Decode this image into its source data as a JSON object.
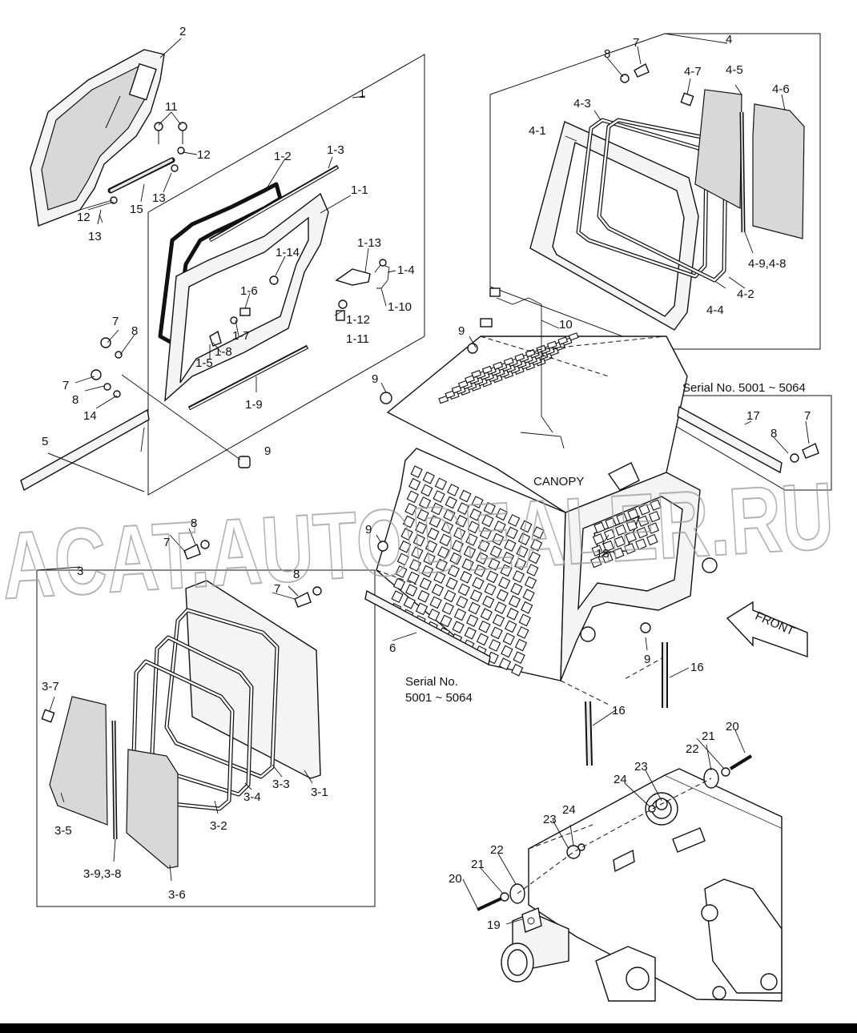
{
  "diagram": {
    "part_numbers": [
      "1",
      "1-1",
      "1-2",
      "1-3",
      "1-4",
      "1-5",
      "1-6",
      "1-7",
      "1-8",
      "1-9",
      "1-10",
      "1-11",
      "1-12",
      "1-13",
      "1-14",
      "2",
      "3",
      "3-1",
      "3-2",
      "3-3",
      "3-4",
      "3-5",
      "3-6",
      "3-7",
      "3-9,3-8",
      "4",
      "4-1",
      "4-2",
      "4-3",
      "4-4",
      "4-5",
      "4-6",
      "4-7",
      "4-9,4-8",
      "5",
      "6",
      "7",
      "8",
      "9",
      "10",
      "11",
      "12",
      "13",
      "14",
      "15",
      "16",
      "17",
      "18",
      "19",
      "20",
      "21",
      "22",
      "23",
      "24"
    ],
    "notes": {
      "canopy": "CANOPY",
      "serial_top": "Serial No. 5001 ~ 5064",
      "serial_bottom_line1": "Serial No.",
      "serial_bottom_line2": "5001 ~ 5064",
      "front": "FRONT"
    },
    "watermark": "ACAT.AUTODEALER.RU"
  }
}
